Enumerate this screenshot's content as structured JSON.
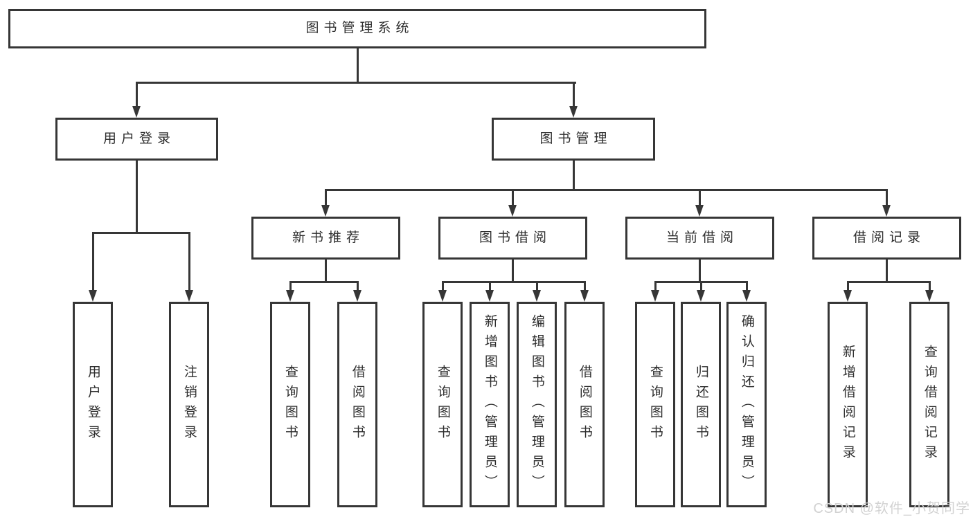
{
  "tree": {
    "label": "图书管理系统",
    "children": [
      {
        "label": "用户登录",
        "children": [
          {
            "label": "用户登录"
          },
          {
            "label": "注销登录"
          }
        ]
      },
      {
        "label": "图书管理",
        "children": [
          {
            "label": "新书推荐",
            "children": [
              {
                "label": "查询图书"
              },
              {
                "label": "借阅图书"
              }
            ]
          },
          {
            "label": "图书借阅",
            "children": [
              {
                "label": "查询图书"
              },
              {
                "label": "新增图书（管理员）"
              },
              {
                "label": "编辑图书（管理员）"
              },
              {
                "label": "借阅图书"
              }
            ]
          },
          {
            "label": "当前借阅",
            "children": [
              {
                "label": "查询图书"
              },
              {
                "label": "归还图书"
              },
              {
                "label": "确认归还（管理员）"
              }
            ]
          },
          {
            "label": "借阅记录",
            "children": [
              {
                "label": "新增借阅记录"
              },
              {
                "label": "查询借阅记录"
              }
            ]
          }
        ]
      }
    ]
  },
  "watermark": {
    "text": "CSDN @软件_小贺同学"
  },
  "colors": {
    "background": "#ffffff",
    "line": "#363636",
    "node_border": "#363636",
    "node_text": "#2e2e2e",
    "watermark_text": "#d2d2d2"
  }
}
